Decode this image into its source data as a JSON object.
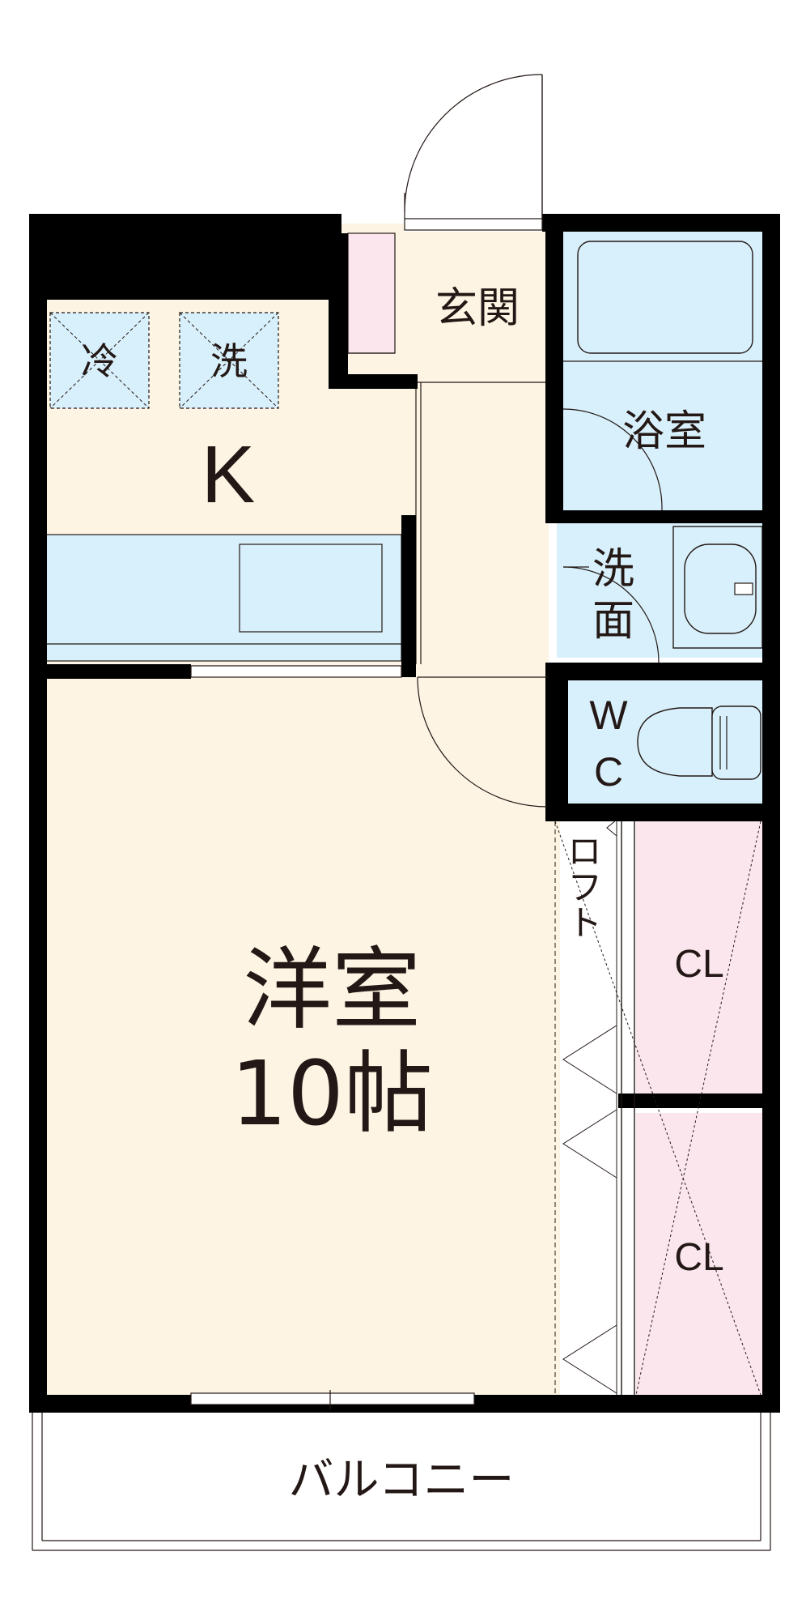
{
  "floorplan": {
    "rooms": {
      "entrance": "玄関",
      "bath": "浴室",
      "washroom_line1": "洗",
      "washroom_line2": "面",
      "wc_line1": "W",
      "wc_line2": "C",
      "kitchen": "K",
      "western_room": "洋室",
      "western_room_size": "10帖",
      "loft": "ロフト",
      "closet_upper": "CL",
      "closet_lower": "CL",
      "balcony": "バルコニー"
    },
    "appliances": {
      "fridge": "冷",
      "washer": "洗"
    },
    "colors": {
      "floor": "#fdf4e3",
      "wet_area": "#d8f0fb",
      "closet": "#fbe6ee",
      "wall": "#000000",
      "line": "#231815"
    }
  }
}
